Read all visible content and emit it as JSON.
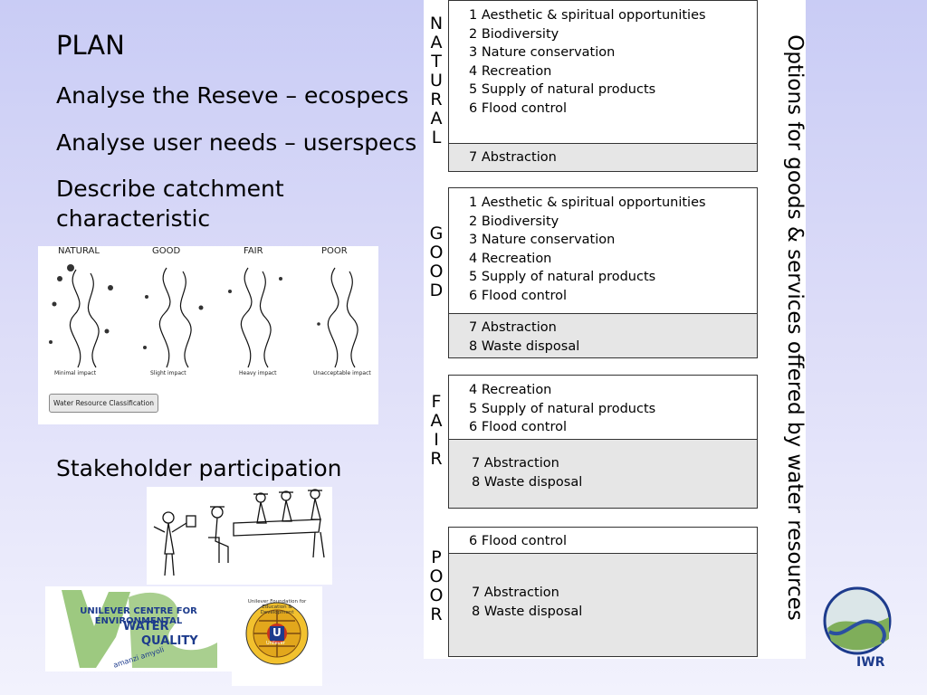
{
  "headings": {
    "plan": "PLAN",
    "ecospecs": "Analyse the Reseve – ecospecs",
    "userspecs": "Analyse user needs – userspecs",
    "catchment": "Describe catchment characteristic",
    "stakeholder": "Stakeholder participation"
  },
  "sketch": {
    "columns": [
      "NATURAL",
      "GOOD",
      "FAIR",
      "POOR"
    ],
    "impacts": [
      "Minimal impact",
      "Slight impact",
      "Heavy impact",
      "Unacceptable impact"
    ],
    "button_label": "Water Resource Classification"
  },
  "logos": {
    "uc_line1": "UNILEVER CENTRE FOR ENVIRONMENTAL",
    "uc_line2": "WATER",
    "uc_line3": "QUALITY",
    "uc_tag": "amanzi amyoli",
    "uf_ring_top": "Unilever Foundation for Education & Development",
    "uf_center": "U",
    "uf_sub": "Unilever",
    "iwr": "IWR"
  },
  "side_title": "Options for goods & services offered by water resources",
  "categories": [
    {
      "letters": [
        "N",
        "A",
        "T",
        "U",
        "R",
        "A",
        "L"
      ],
      "main": [
        "1 Aesthetic & spiritual opportunities",
        "2 Biodiversity",
        "3 Nature conservation",
        "4 Recreation",
        "5 Supply of natural products",
        "6 Flood control"
      ],
      "grey": [
        "7 Abstraction"
      ]
    },
    {
      "letters": [
        "G",
        "O",
        "O",
        "D"
      ],
      "main": [
        "1 Aesthetic & spiritual opportunities",
        "2 Biodiversity",
        "3 Nature conservation",
        "4 Recreation",
        "5 Supply of natural products",
        "6 Flood control"
      ],
      "grey": [
        "7 Abstraction",
        "8 Waste disposal"
      ]
    },
    {
      "letters": [
        "F",
        "A",
        "I",
        "R"
      ],
      "main": [
        "4 Recreation",
        "5 Supply of natural products",
        "6 Flood control"
      ],
      "grey": [
        "7 Abstraction",
        "8 Waste disposal"
      ]
    },
    {
      "letters": [
        "P",
        "O",
        "O",
        "R"
      ],
      "main": [
        "6 Flood control"
      ],
      "grey": [
        "7 Abstraction",
        "8 Waste disposal"
      ]
    }
  ]
}
